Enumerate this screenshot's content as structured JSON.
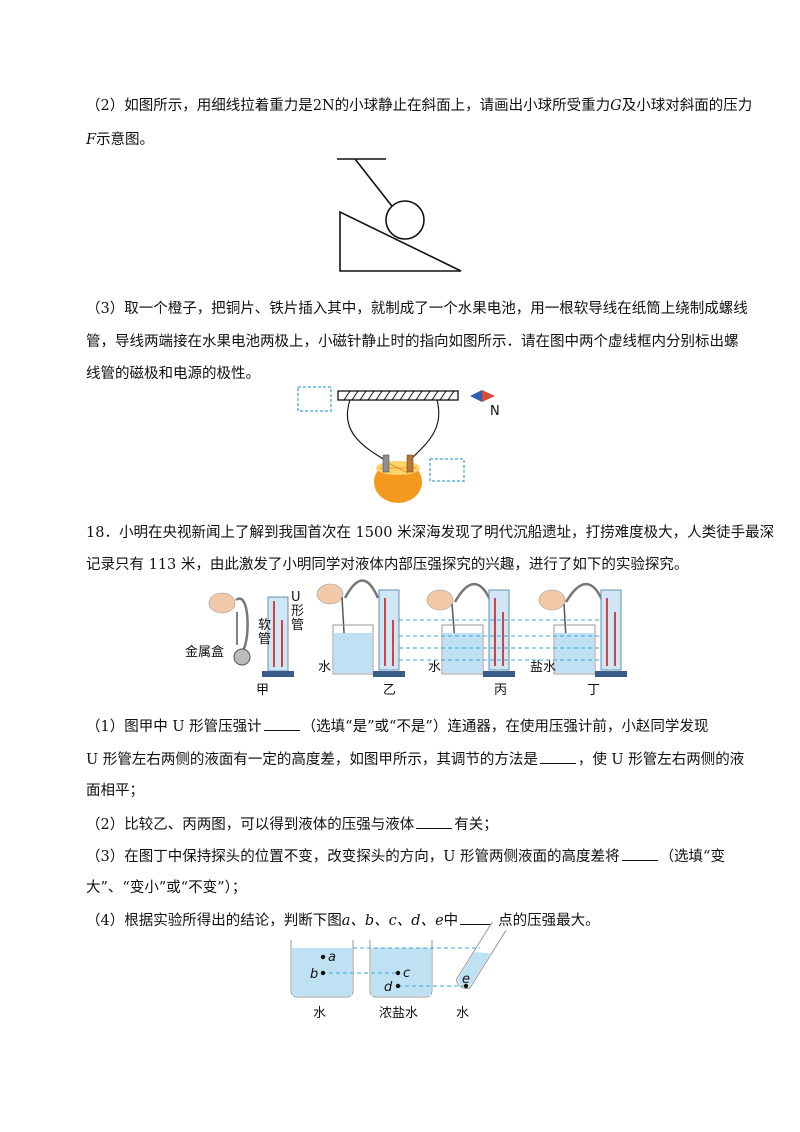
{
  "q17_2": {
    "line1_a": "（2）如图所示，用细线拉着重力是",
    "line1_b": "2N",
    "line1_c": "的小球静止在斜面上，请画出小球所受重力",
    "line1_d": "G",
    "line1_e": "及小球对斜面的压力",
    "line2_a": "F",
    "line2_b": "示意图。"
  },
  "q17_3": {
    "line1": "（3）取一个橙子，把铜片、铁片插入其中，就制成了一个水果电池，用一根软导线在纸筒上绕制成螺线",
    "line2": "管，导线两端接在水果电池两极上，小磁针静止时的指向如图所示．请在图中两个虚线框内分别标出螺",
    "line3": "线管的磁极和电源的极性。",
    "needle_label": "N"
  },
  "q18": {
    "line1": "18．小明在央视新闻上了解到我国首次在 1500 米深海发现了明代沉船遗址，打捞难度极大，人类徒手最深",
    "line2": "记录只有 113 米，由此激发了小明同学对液体内部压强探究的兴趣，进行了如下的实验探究。",
    "fig_labels": {
      "u": "U",
      "xing": "形",
      "guan1": "管",
      "ruan": "软",
      "guan2": "管",
      "metal_box": "金属盒",
      "water1": "水",
      "water2": "水",
      "salt_water": "盐水",
      "jia": "甲",
      "yi": "乙",
      "bing": "丙",
      "ding": "丁"
    },
    "sub1_line1_a": "（1）图甲中 U 形管压强计",
    "sub1_line1_b": "（选填“是”或“不是”）连通器，在使用压强计前，小赵同学发现",
    "sub1_line2_a": "U 形管左右两侧的液面有一定的高度差，如图甲所示，其调节的方法是",
    "sub1_line2_b": "，使 U 形管左右两侧的液",
    "sub1_line3": "面相平；",
    "sub2_a": "（2）比较乙、丙两图，可以得到液体的压强与液体",
    "sub2_b": "有关；",
    "sub3_line1_a": "（3）在图丁中保持探头的位置不变，改变探头的方向，U 形管两侧液面的高度差将",
    "sub3_line1_b": "（选填“变",
    "sub3_line2": "大”、“变小”或“不变”）；",
    "sub4_a": "（4）根据实验所得出的结论，判断下图",
    "sub4_b": "a、b、c、d、e",
    "sub4_c": "中",
    "sub4_d": "点的压强最大。",
    "points": {
      "a": "a",
      "b": "b",
      "c": "c",
      "d": "d",
      "e": "e"
    },
    "beaker_labels": {
      "left": "水",
      "middle": "浓盐水",
      "right": "水"
    }
  }
}
